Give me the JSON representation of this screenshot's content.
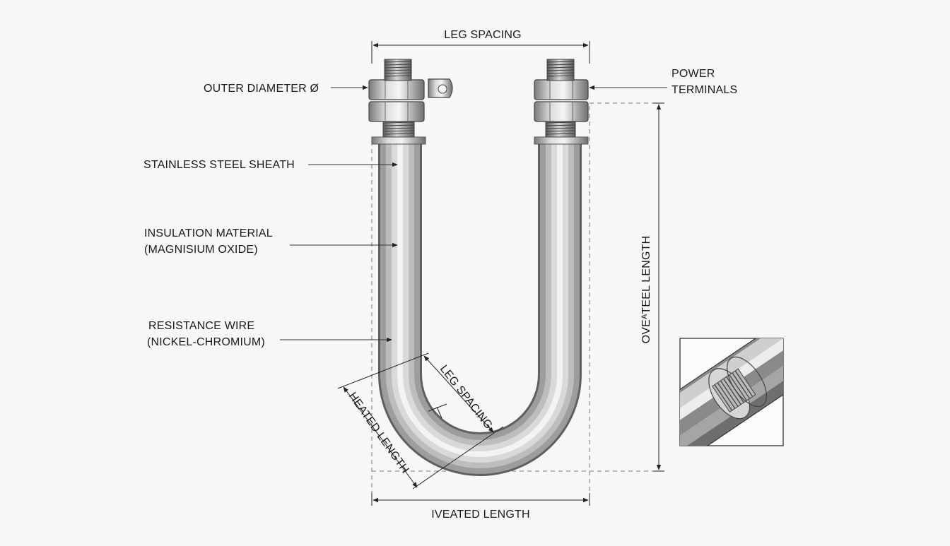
{
  "labels": {
    "leg_spacing_top": "LEG SPACING",
    "outer_diameter": "OUTER DIAMETER Ø",
    "power_terminals_1": "POWER",
    "power_terminals_2": "TERMINALS",
    "stainless_sheath": "STAINLESS STEEL SHEATH",
    "insulation_1": "INSULATION MATERIAL",
    "insulation_2": "(MAGNISIUM OXIDE)",
    "resistance_1": "RESISTANCE WIRE",
    "resistance_2": "(NICKEL-CHROMIUM)",
    "leg_spacing_bend": "LEG SPACING",
    "heated_length_diag": "HEATED LENGTH",
    "overall_length": "OVEᴬTEEL LENGTH",
    "bottom_length": "IVEATED LENGTH"
  },
  "colors": {
    "background": "#f7f7f7",
    "steel_light": "#f2f2f2",
    "steel_mid": "#b9b9b9",
    "steel_dark": "#6f6f6f",
    "ink": "#1a1a1a"
  }
}
